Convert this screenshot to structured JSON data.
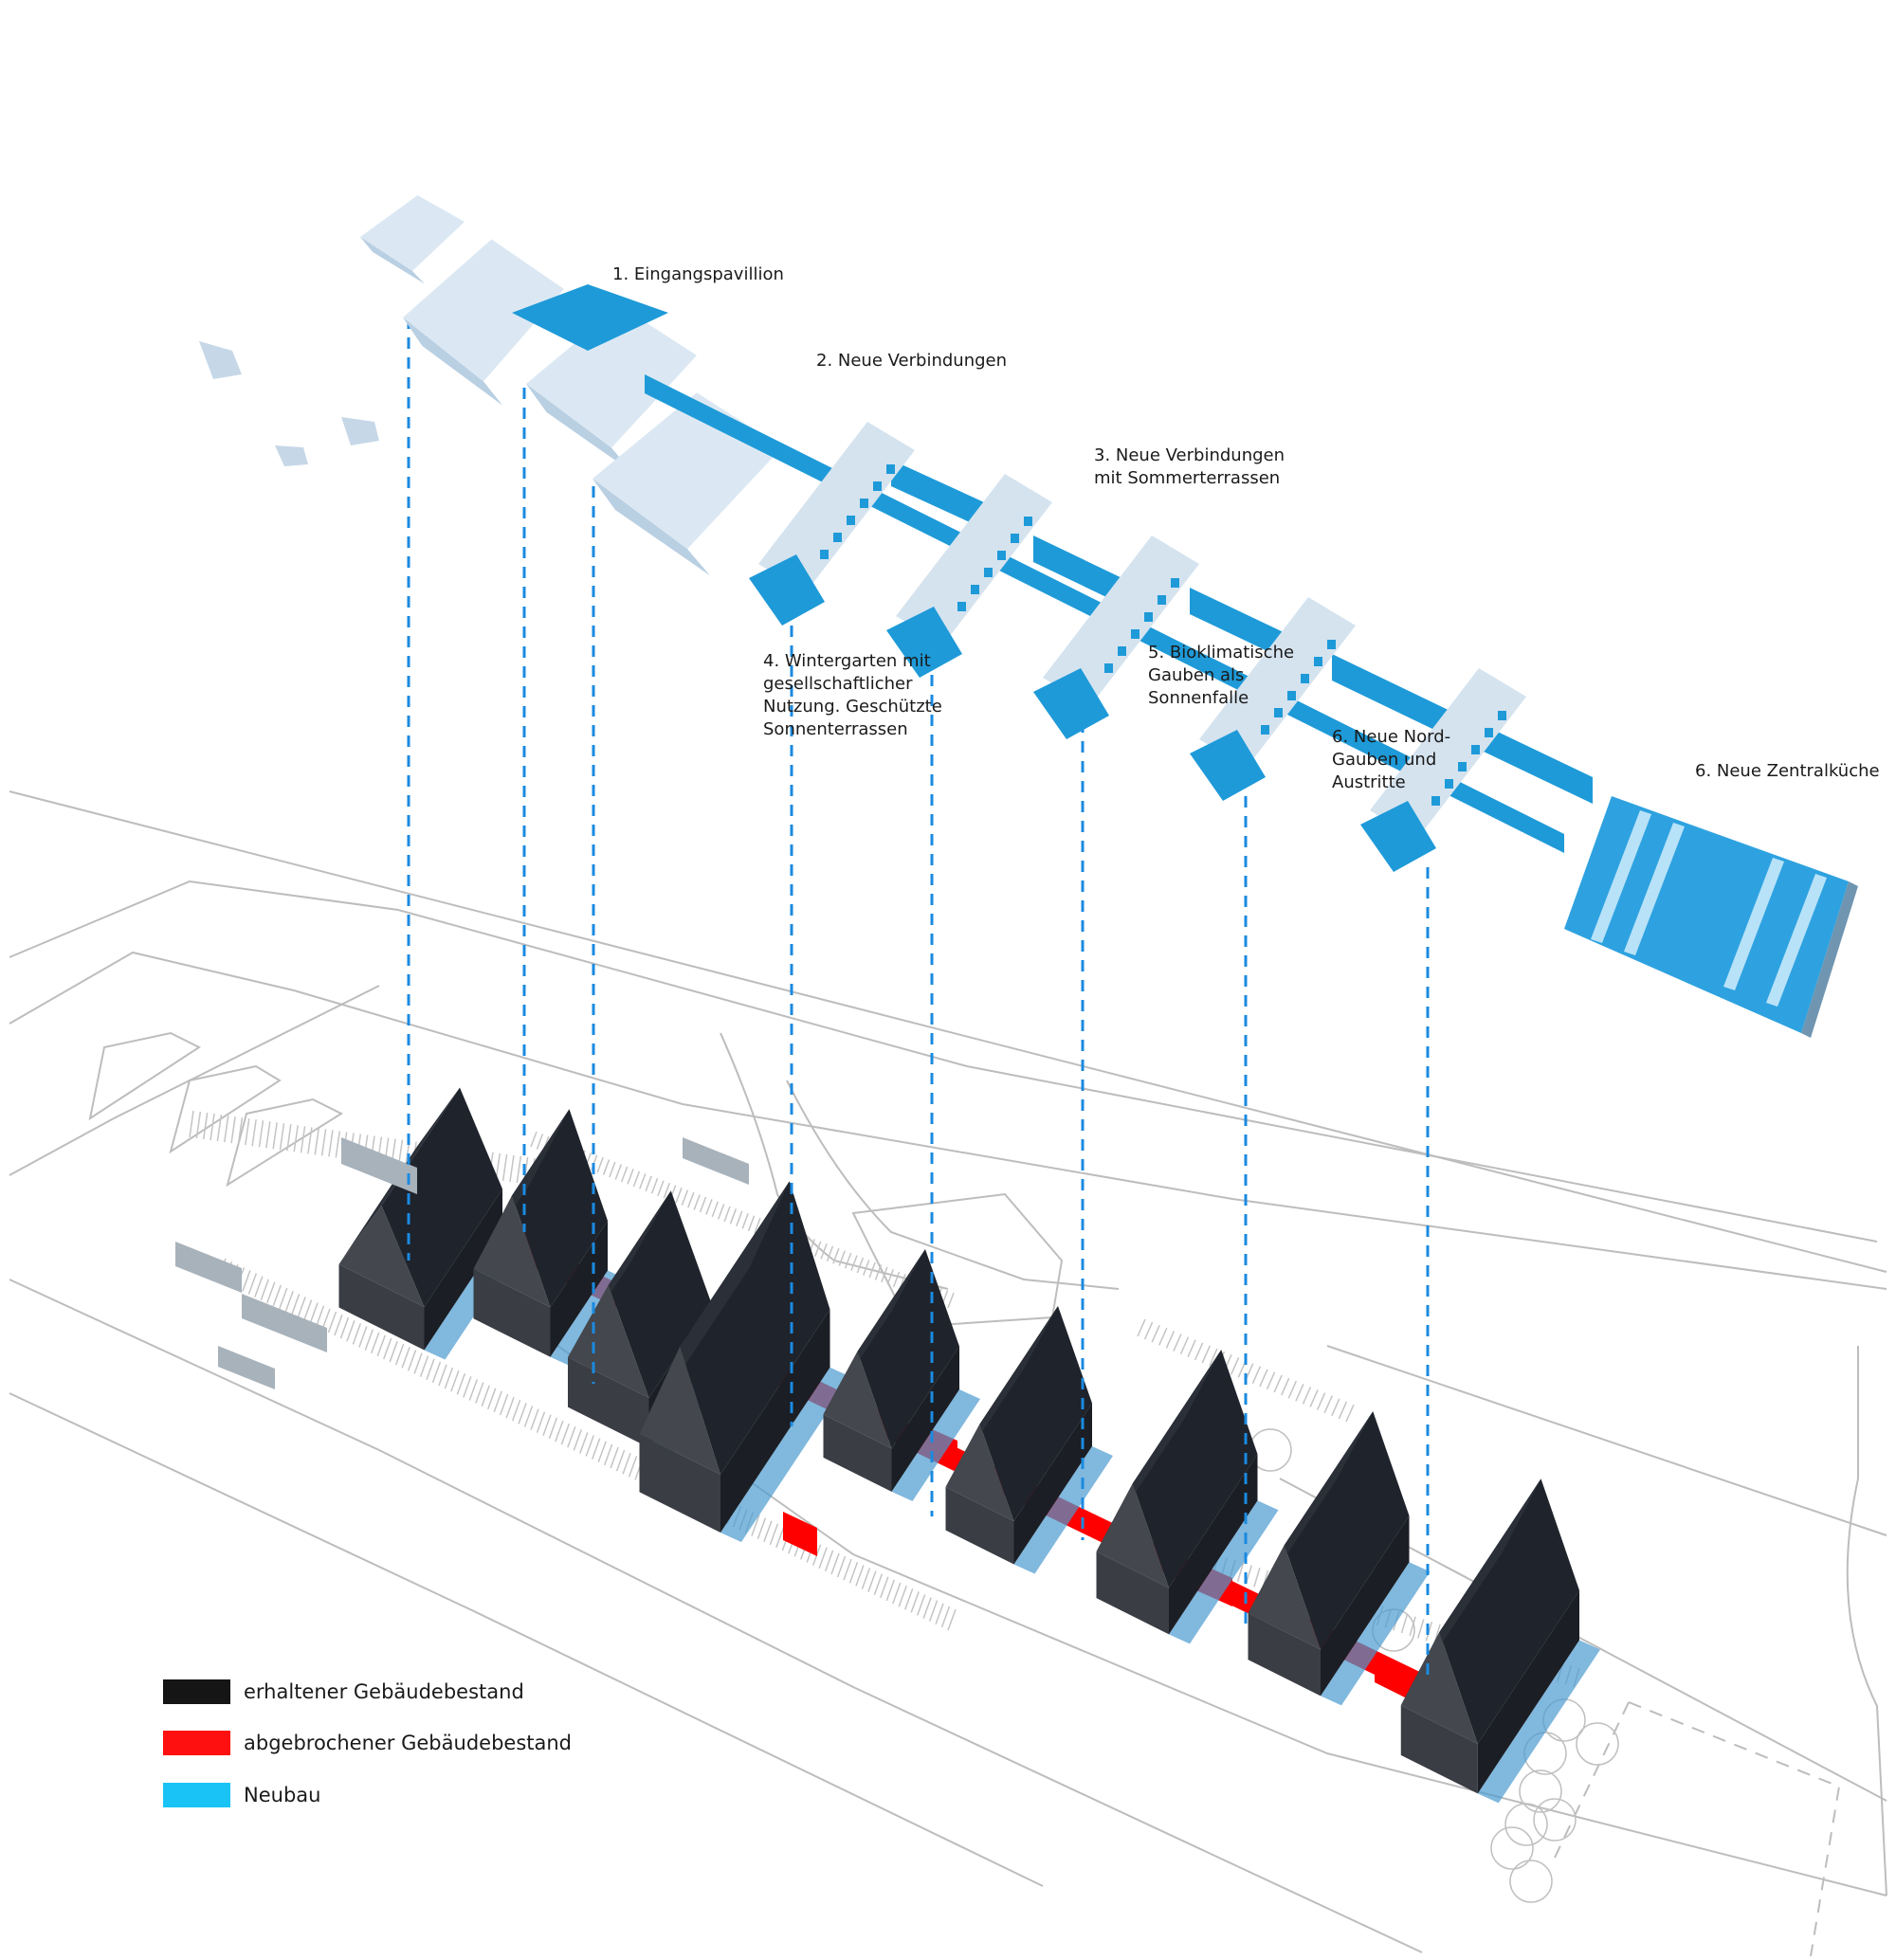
{
  "diagram": {
    "type": "exploded-axonometric-site-plan",
    "annotations": [
      {
        "id": "a1",
        "text": "1. Eingangspavillion"
      },
      {
        "id": "a2",
        "text": "2. Neue Verbindungen"
      },
      {
        "id": "a3",
        "text": "3. Neue Verbindungen\nmit Sommerterrassen"
      },
      {
        "id": "a4",
        "text": "4. Wintergarten mit\ngesellschaftlicher\nNutzung. Geschützte\nSonnenterrassen"
      },
      {
        "id": "a5",
        "text": "5. Bioklimatische\nGauben als\nSonnenfalle"
      },
      {
        "id": "a6",
        "text": "6. Neue Nord-\nGauben und\nAustritte"
      },
      {
        "id": "a7",
        "text": "6. Neue Zentralküche"
      }
    ],
    "legend": [
      {
        "label": "erhaltener Gebäudebestand",
        "color": "#151515"
      },
      {
        "label": "abgebrochener Gebäudebestand",
        "color": "#ff1010"
      },
      {
        "label": "Neubau",
        "color": "#19c3f5"
      }
    ],
    "colors": {
      "new_build_blue": "#1e9ad8",
      "existing_shell": "#cfe0ee",
      "existing_dark": "#262a33",
      "demolished_red": "#ff0000",
      "projection_dash": "#1a8ae0",
      "site_lines": "#b8b8b8",
      "shadow_blue": "#4a9ad0"
    }
  }
}
